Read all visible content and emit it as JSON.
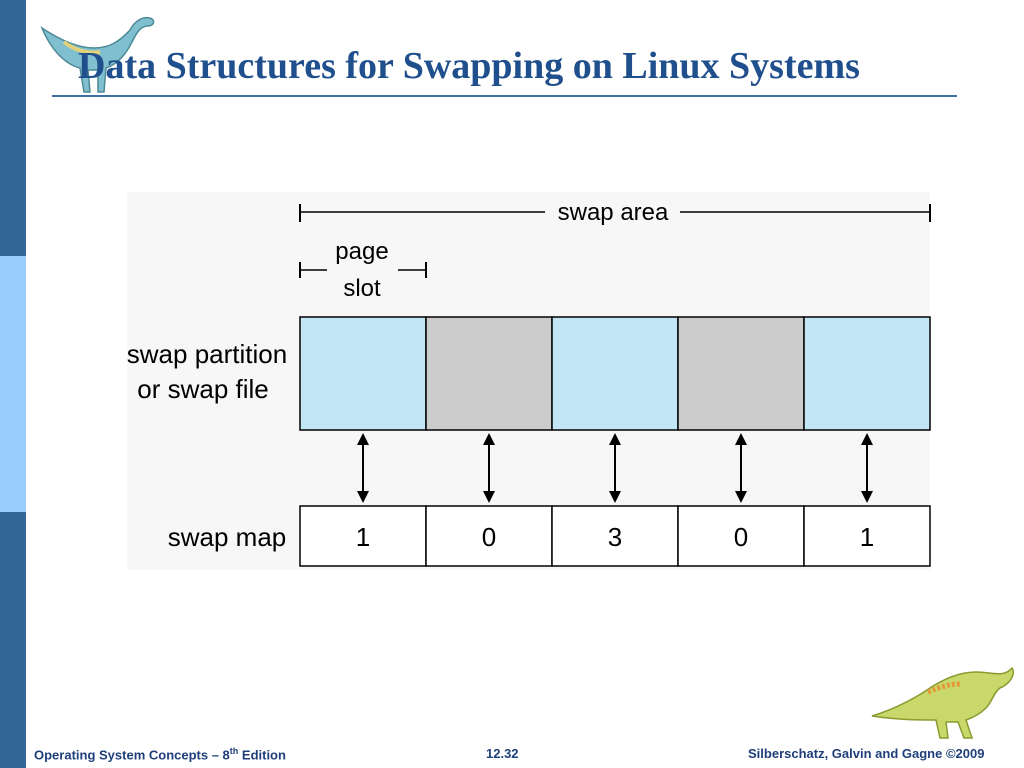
{
  "slide": {
    "title": "Data Structures for Swapping on Linux Systems"
  },
  "diagram": {
    "swap_area_label": "swap area",
    "page_slot_label_line1": "page",
    "page_slot_label_line2": "slot",
    "partition_label_line1": "swap partition",
    "partition_label_line2": "or swap file",
    "swap_map_label": "swap map",
    "slots": [
      {
        "state": "used",
        "count": "1"
      },
      {
        "state": "free",
        "count": "0"
      },
      {
        "state": "used",
        "count": "3"
      },
      {
        "state": "free",
        "count": "0"
      },
      {
        "state": "used",
        "count": "1"
      }
    ],
    "colors": {
      "used": "#c3e6f7",
      "free": "#cccccc"
    }
  },
  "footer": {
    "book_prefix": "Operating System Concepts – 8",
    "book_sup": "th",
    "book_suffix": " Edition",
    "page_number": "12.32",
    "copyright": "Silberschatz, Galvin and Gagne ©2009"
  }
}
